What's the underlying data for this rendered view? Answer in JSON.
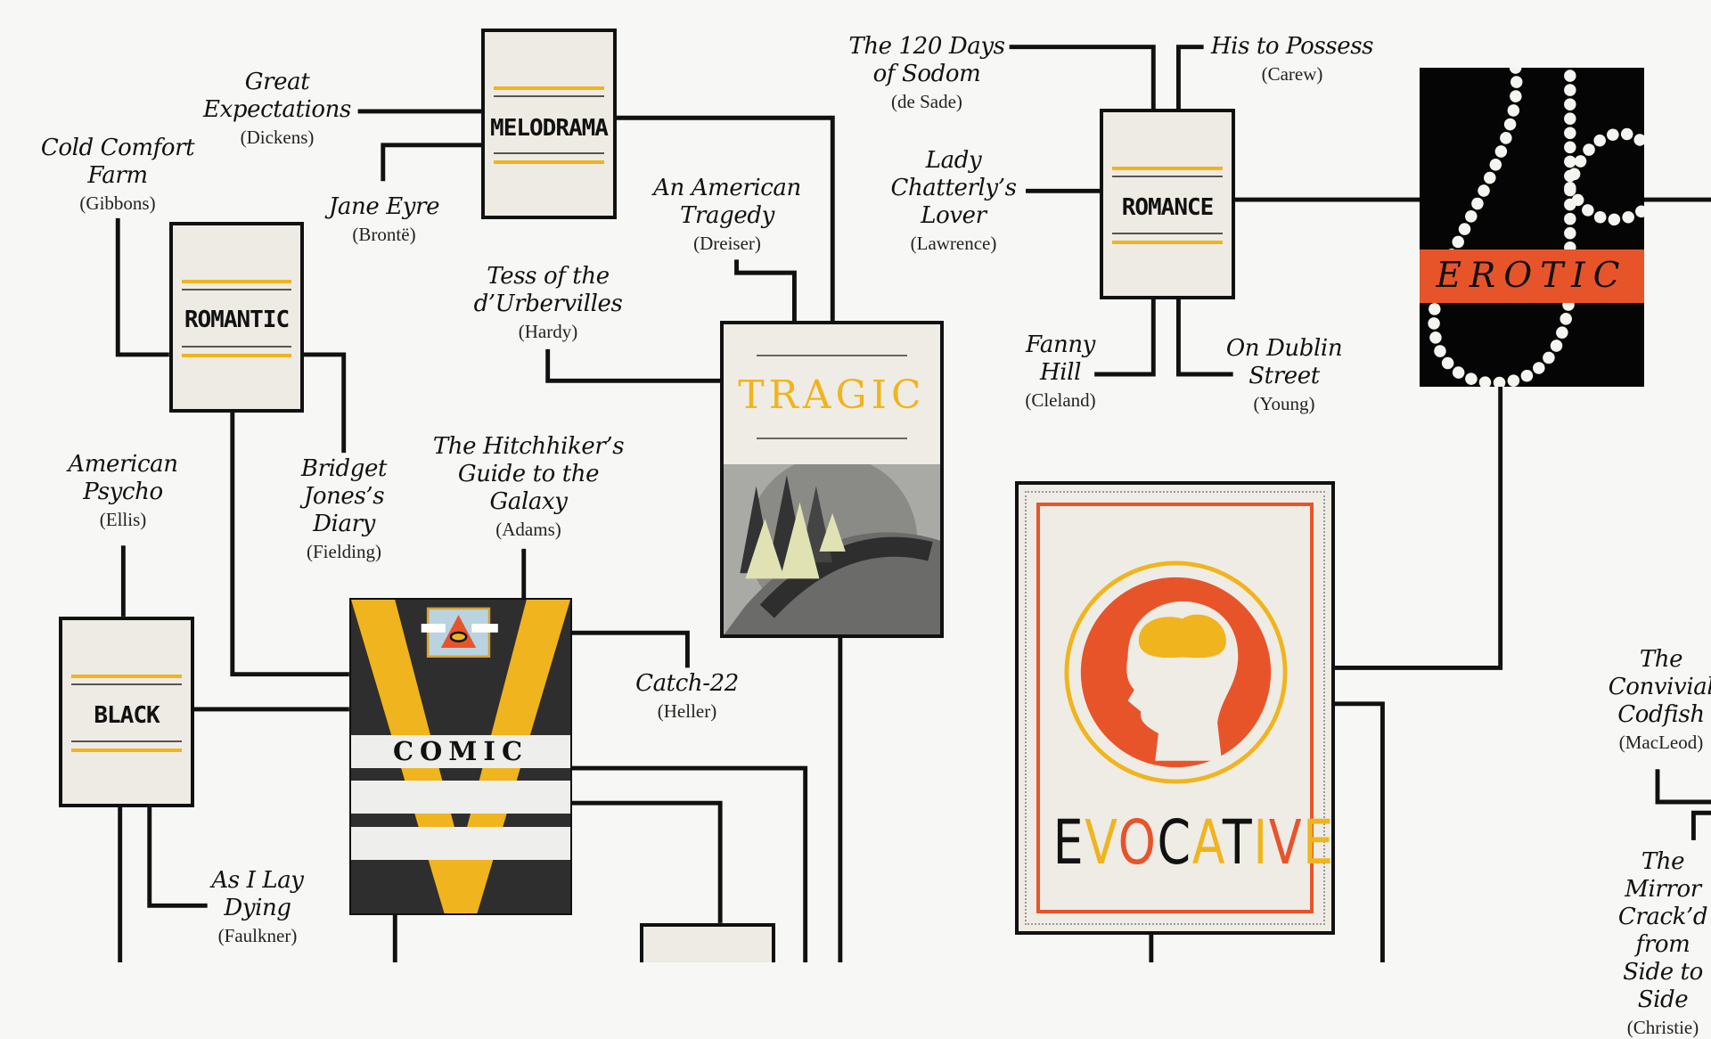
{
  "genres": {
    "melodrama": "MELODRAMA",
    "romantic": "ROMANTIC",
    "black": "BLACK",
    "romance": "ROMANCE",
    "tragic": "TRAGIC",
    "comic": "COMIC",
    "erotic": "EROTIC",
    "evocative": "EVOCATIVE"
  },
  "books": [
    {
      "title": "Great\nExpectations",
      "author": "(Dickens)"
    },
    {
      "title": "Cold Comfort\nFarm",
      "author": "(Gibbons)"
    },
    {
      "title": "Jane Eyre",
      "author": "(Brontë)"
    },
    {
      "title": "The 120 Days\nof Sodom",
      "author": "(de Sade)"
    },
    {
      "title": "His to Possess",
      "author": "(Carew)"
    },
    {
      "title": "Lady\nChatterly’s\nLover",
      "author": "(Lawrence)"
    },
    {
      "title": "An American\nTragedy",
      "author": "(Dreiser)"
    },
    {
      "title": "Tess of the\nd’Urbervilles",
      "author": "(Hardy)"
    },
    {
      "title": "Fanny\nHill",
      "author": "(Cleland)"
    },
    {
      "title": "On Dublin\nStreet",
      "author": "(Young)"
    },
    {
      "title": "American\nPsycho",
      "author": "(Ellis)"
    },
    {
      "title": "Bridget\nJones’s\nDiary",
      "author": "(Fielding)"
    },
    {
      "title": "The Hitchhiker’s\nGuide to the\nGalaxy",
      "author": "(Adams)"
    },
    {
      "title": "Catch-22",
      "author": "(Heller)"
    },
    {
      "title": "The\nConvivial\nCodfish",
      "author": "(MacLeod)"
    },
    {
      "title": "The Mirror\nCrack’d from\nSide to Side",
      "author": "(Christie)"
    },
    {
      "title": "As I Lay\nDying",
      "author": "(Faulkner)"
    }
  ],
  "colors": {
    "line": "#111111",
    "yellow": "#f0b41e",
    "orange": "#e8542a",
    "cream": "#eeebe4",
    "dark": "#2e2e2e"
  }
}
